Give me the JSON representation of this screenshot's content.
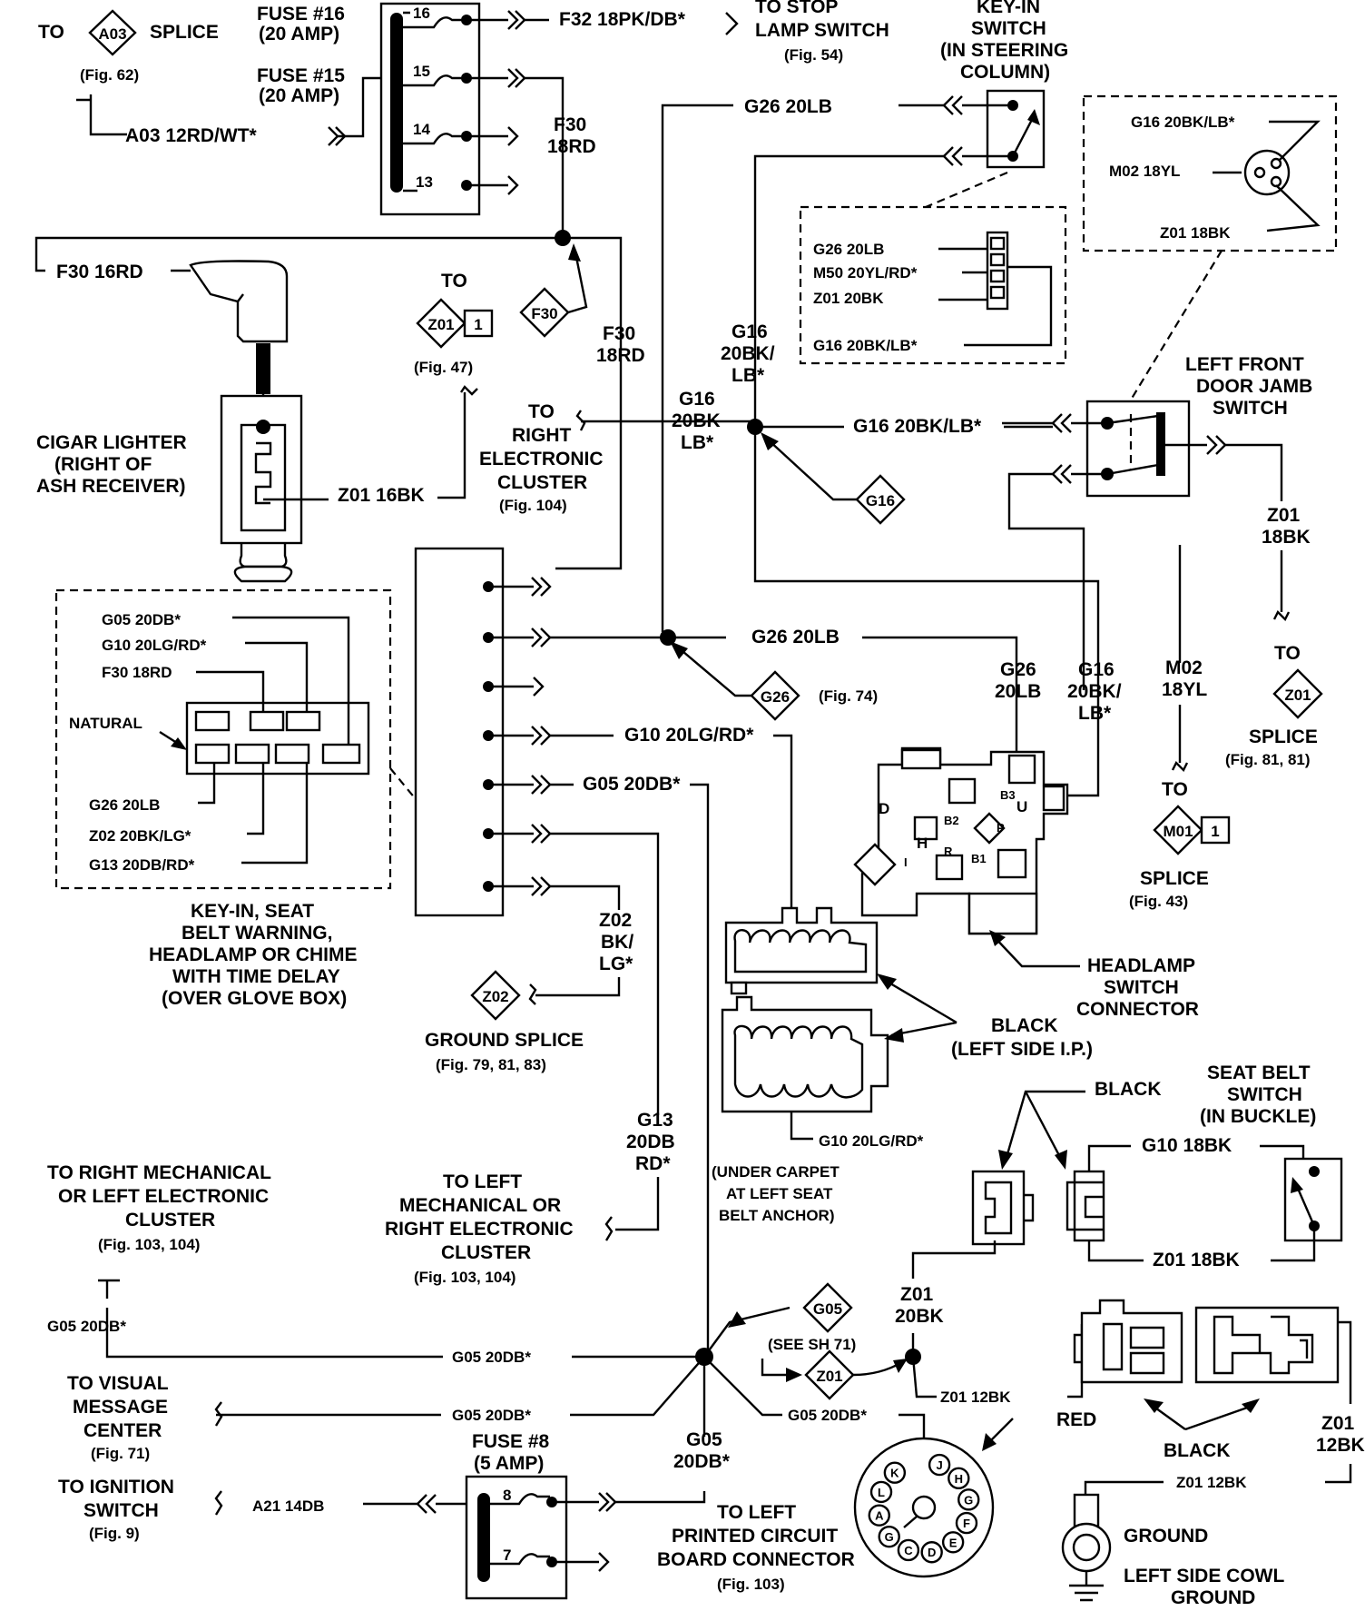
{
  "labels": {
    "to_a03": "TO",
    "a03_splice": "SPLICE",
    "splice_a03_code": "A03",
    "fig62": "(Fig. 62)",
    "fuse16_a": "FUSE #16",
    "fuse16_b": "(20 AMP)",
    "fuse15_a": "FUSE #15",
    "fuse15_b": "(20 AMP)",
    "a03_wire": "A03 12RD/WT*",
    "fuse_n16": "16",
    "fuse_n15": "15",
    "fuse_n14": "14",
    "fuse_n13": "13",
    "f32_wire": "F32 18PK/DB*",
    "stop_a": "TO STOP",
    "stop_b": "LAMP SWITCH",
    "fig54": "(Fig. 54)",
    "keyin_a": "KEY-IN",
    "keyin_b": "SWITCH",
    "keyin_c": "(IN STEERING",
    "keyin_d": "COLUMN)",
    "f30_a": "F30",
    "f30_b": "18RD",
    "g26_top": "G26 20LB",
    "g16_top": "G16 20BK/LB*",
    "m02_top": "M02 18YL",
    "z01_top": "Z01 18BK",
    "conn_g26": "G26 20LB",
    "conn_m50": "M50 20YL/RD*",
    "conn_z01": "Z01 20BK",
    "conn_g16": "G16 20BK/LB*",
    "f30_16rd": "F30 16RD",
    "to_z01": "TO",
    "splice_z01_code": "Z01",
    "z01_num": "1",
    "fig47": "(Fig. 47)",
    "f30_code": "F30",
    "f30_c": "F30",
    "f30_d": "18RD",
    "g16_a1": "G16",
    "g16_a2": "20BK/",
    "g16_a3": "LB*",
    "lfdj_a": "LEFT FRONT",
    "lfdj_b": "DOOR JAMB",
    "lfdj_c": "SWITCH",
    "to_right_a": "TO",
    "to_right_b": "RIGHT",
    "to_right_c": "ELECTRONIC",
    "to_right_d": "CLUSTER",
    "fig104": "(Fig. 104)",
    "g16_b1": "G16",
    "g16_b2": "20BK",
    "g16_b3": "LB*",
    "g16_mid": "G16 20BK/LB*",
    "g16_code": "G16",
    "cigar_a": "CIGAR LIGHTER",
    "cigar_b": "(RIGHT OF",
    "cigar_c": "ASH RECEIVER)",
    "z01_16bk": "Z01 16BK",
    "z01_r1": "Z01",
    "z01_r2": "18BK",
    "g05_20db": "G05 20DB*",
    "g10_20lgrd": "G10 20LG/RD*",
    "f30_18rd": "F30 18RD",
    "natural": "NATURAL",
    "g26_20lb": "G26 20LB",
    "z02_20bklg": "Z02 20BK/LG*",
    "g13_20dbrd": "G13 20DB/RD*",
    "g26_mid": "G26 20LB",
    "g26_code": "G26",
    "fig74": "(Fig. 74)",
    "g26_b1": "G26",
    "g26_b2": "20LB",
    "g16_c1": "G16",
    "g16_c2": "20BK/",
    "g16_c3": "LB*",
    "m02_a": "M02",
    "m02_b": "18YL",
    "to_z01b": "TO",
    "splice_z01b_code": "Z01",
    "splice_b": "SPLICE",
    "fig81": "(Fig. 81, 81)",
    "g10_wire": "G10 20LG/RD*",
    "g05_wire": "G05 20DB*",
    "pin_d": "D",
    "pin_h": "H",
    "pin_b2": "B2",
    "pin_b3": "B3",
    "pin_u": "U",
    "pin_p": "P",
    "pin_i": "I",
    "pin_r": "R",
    "pin_b1": "B1",
    "to_m01": "TO",
    "m01_code": "M01",
    "m01_num": "1",
    "splice_m01": "SPLICE",
    "fig43": "(Fig. 43)",
    "z02_a": "Z02",
    "z02_b": "BK/",
    "z02_c": "LG*",
    "keyin_seat_a": "KEY-IN, SEAT",
    "keyin_seat_b": "BELT WARNING,",
    "keyin_seat_c": "HEADLAMP OR CHIME",
    "keyin_seat_d": "WITH TIME DELAY",
    "keyin_seat_e": "(OVER GLOVE BOX)",
    "hsc_a": "HEADLAMP",
    "hsc_b": "SWITCH",
    "hsc_c": "CONNECTOR",
    "z02_code": "Z02",
    "ground_splice": "GROUND SPLICE",
    "fig79": "(Fig. 79, 81, 83)",
    "black1": "BLACK",
    "left_ip": "(LEFT SIDE I.P.)",
    "black2": "BLACK",
    "seat_a": "SEAT BELT",
    "seat_b": "SWITCH",
    "seat_c": "(IN BUCKLE)",
    "g10_18bk": "G10 18BK",
    "g13_a": "G13",
    "g13_b": "20DB",
    "g13_c": "RD*",
    "g10_bottom": "G10 20LG/RD*",
    "trm_a": "TO RIGHT MECHANICAL",
    "trm_b": "OR LEFT ELECTRONIC",
    "trm_c": "CLUSTER",
    "fig103_104a": "(Fig. 103, 104)",
    "tlm_a": "TO LEFT",
    "tlm_b": "MECHANICAL OR",
    "tlm_c": "RIGHT ELECTRONIC",
    "tlm_d": "CLUSTER",
    "fig103_104b": "(Fig. 103, 104)",
    "uc_a": "(UNDER CARPET",
    "uc_b": "AT LEFT SEAT",
    "uc_c": "BELT ANCHOR)",
    "z01_18bk_b": "Z01 18BK",
    "g05_left": "G05 20DB*",
    "g05_code": "G05",
    "see_sh": "(SEE SH 71)",
    "z01_c1": "Z01",
    "z01_c2": "20BK",
    "g05_mid": "G05 20DB*",
    "z01_code2": "Z01",
    "z01_12bk": "Z01 12BK",
    "tvmc_a": "TO VISUAL",
    "tvmc_b": "MESSAGE",
    "tvmc_c": "CENTER",
    "fig71": "(Fig. 71)",
    "g05_mid2": "G05 20DB*",
    "g05_right": "G05 20DB*",
    "fuse8_a": "FUSE #8",
    "fuse8_b": "(5 AMP)",
    "fuse8_n8": "8",
    "fuse8_n7": "7",
    "g05_v1": "G05",
    "g05_v2": "20DB*",
    "red": "RED",
    "black3": "BLACK",
    "z01_e1": "Z01",
    "z01_e2": "12BK",
    "z01_12bk_b": "Z01 12BK",
    "tis_a": "TO IGNITION",
    "tis_b": "SWITCH",
    "fig9": "(Fig. 9)",
    "a21": "A21 14DB",
    "tlpc_a": "TO LEFT",
    "tlpc_b": "PRINTED CIRCUIT",
    "tlpc_c": "BOARD CONNECTOR",
    "fig103": "(Fig. 103)",
    "ground": "GROUND",
    "lscg_a": "LEFT SIDE COWL",
    "lscg_b": "GROUND"
  },
  "round_pins": [
    "J",
    "H",
    "G",
    "F",
    "E",
    "D",
    "C",
    "G",
    "A",
    "L",
    "K"
  ]
}
